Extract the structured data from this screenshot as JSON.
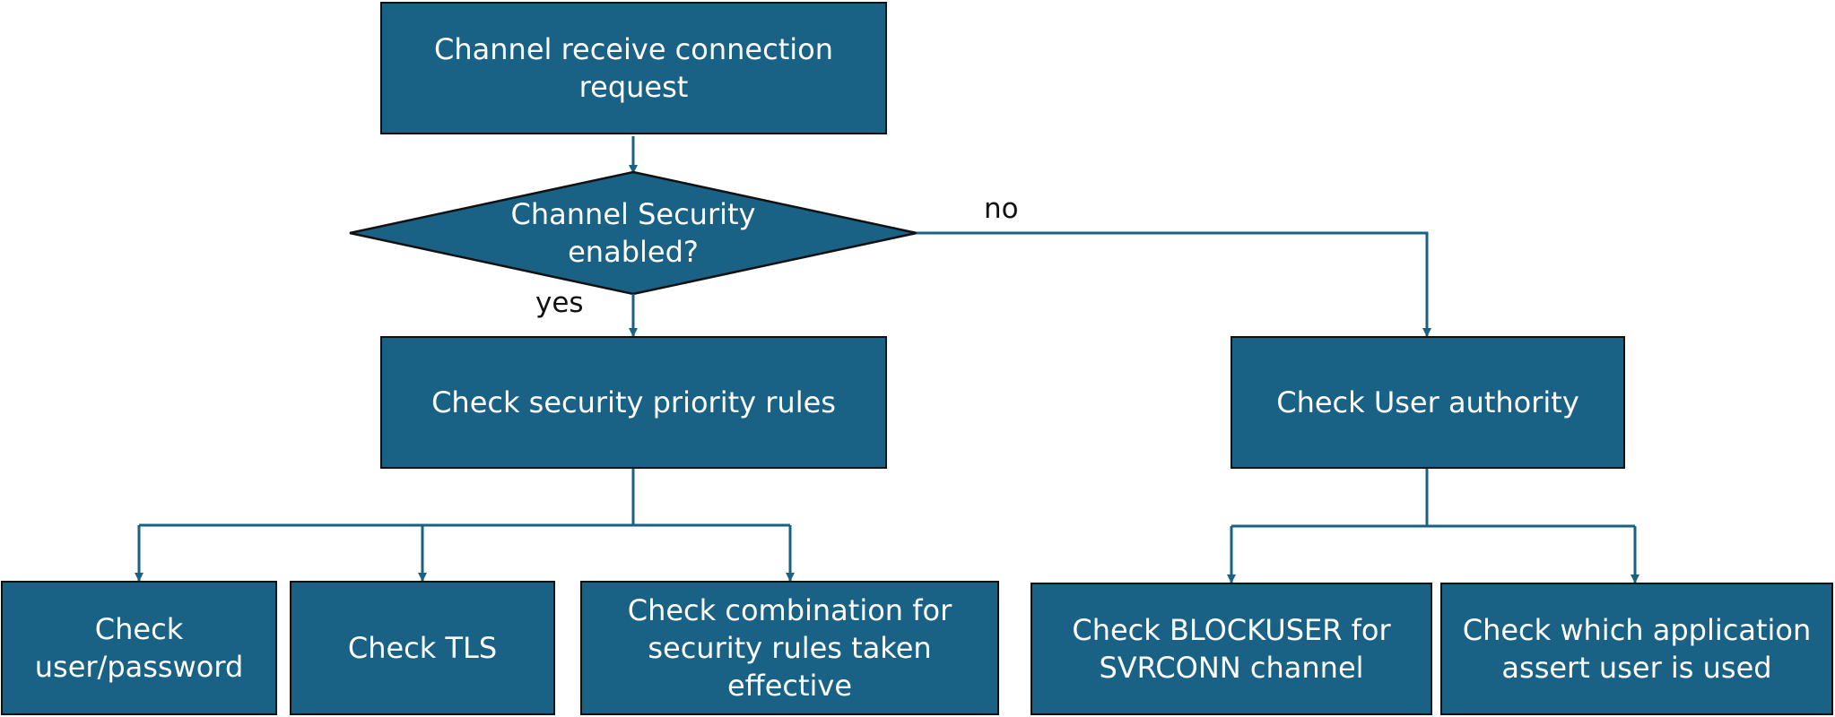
{
  "nodes": {
    "start": "Channel receive connection\nrequest",
    "decision": "Channel Security\nenabled?",
    "security_rules": "Check security priority rules",
    "user_authority": "Check User authority",
    "user_password": "Check\nuser/password",
    "tls": "Check TLS",
    "combination": "Check combination for\nsecurity rules taken effective",
    "blockuser": "Check BLOCKUSER for\nSVRCONN channel",
    "assert_user": "Check which application\nassert user is used"
  },
  "edges": {
    "yes_label": "yes",
    "no_label": "no"
  },
  "colors": {
    "node_fill": "#1a6285",
    "node_border": "#111111",
    "connector": "#1a6285",
    "text_on_node": "#ffffff"
  }
}
